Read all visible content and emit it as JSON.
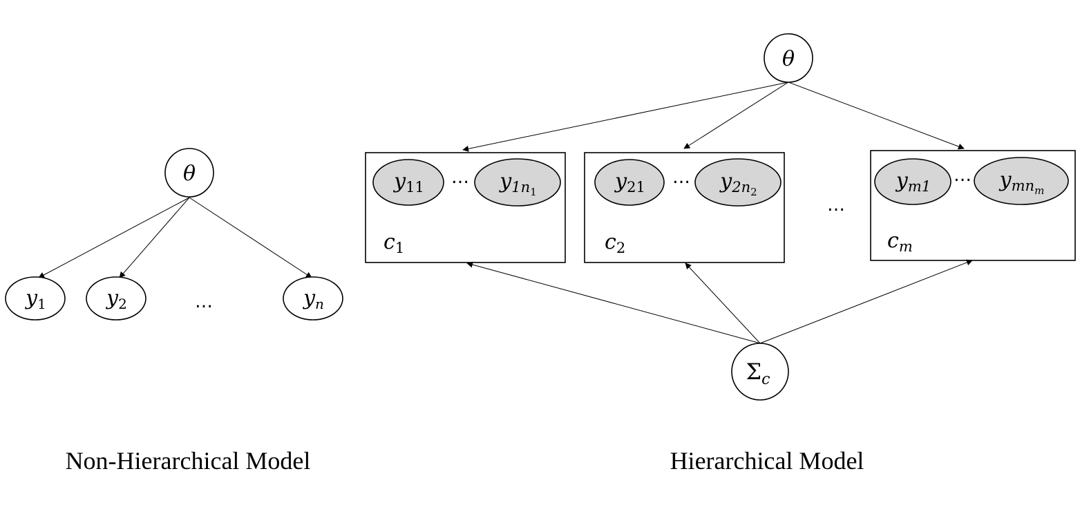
{
  "non_hierarchical": {
    "caption": "Non-Hierarchical Model",
    "theta": "θ",
    "y1": {
      "base": "y",
      "sub": "1"
    },
    "y2": {
      "base": "y",
      "sub": "2"
    },
    "ellipsis": "…",
    "yn": {
      "base": "y",
      "sub": "n"
    }
  },
  "hierarchical": {
    "caption": "Hierarchical Model",
    "theta": "θ",
    "sigma": {
      "base": "Σ",
      "sub": "c"
    },
    "between_groups_ellipsis": "…",
    "groups": [
      {
        "label": {
          "base": "c",
          "sub": "1"
        },
        "first": {
          "base": "y",
          "sub": "11"
        },
        "last": {
          "base": "y",
          "sub": "1n",
          "subsub": "1"
        },
        "ellipsis": "…"
      },
      {
        "label": {
          "base": "c",
          "sub": "2"
        },
        "first": {
          "base": "y",
          "sub": "21"
        },
        "last": {
          "base": "y",
          "sub": "2n",
          "subsub": "2"
        },
        "ellipsis": "…"
      },
      {
        "label": {
          "base": "c",
          "sub": "m"
        },
        "first": {
          "base": "y",
          "sub": "m1"
        },
        "last": {
          "base": "y",
          "sub": "mn",
          "subsub": "m"
        },
        "ellipsis": "…"
      }
    ]
  }
}
